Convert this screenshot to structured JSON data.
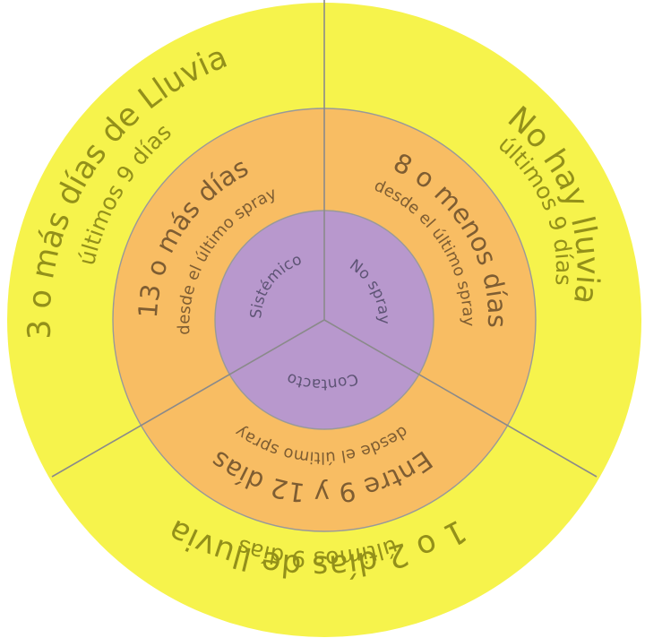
{
  "diagram": {
    "outer_ring": [
      {
        "main": "No hay lluvia",
        "sub": "últimos 9 días"
      },
      {
        "main": "1 o 2 días de lluvia",
        "sub": "últimos 9 días"
      },
      {
        "main": "3 o más días de Lluvia",
        "sub": "últimos 9 días"
      }
    ],
    "middle_ring": [
      {
        "main": "8 o menos días",
        "sub": "desde el último spray"
      },
      {
        "main": "Entre 9 y 12 días",
        "sub": "desde el último spray"
      },
      {
        "main": "13 o más días",
        "sub": "desde el último spray"
      }
    ],
    "inner_circle": [
      {
        "label": "No spray"
      },
      {
        "label": "Contacto"
      },
      {
        "label": "Sistémico"
      }
    ],
    "colors": {
      "outer": "#f6f34c",
      "middle": "#f8bd63",
      "inner": "#b898cd",
      "outer_text": "#93901a",
      "middle_text": "#7e5d32",
      "inner_text": "#5e5475"
    }
  }
}
